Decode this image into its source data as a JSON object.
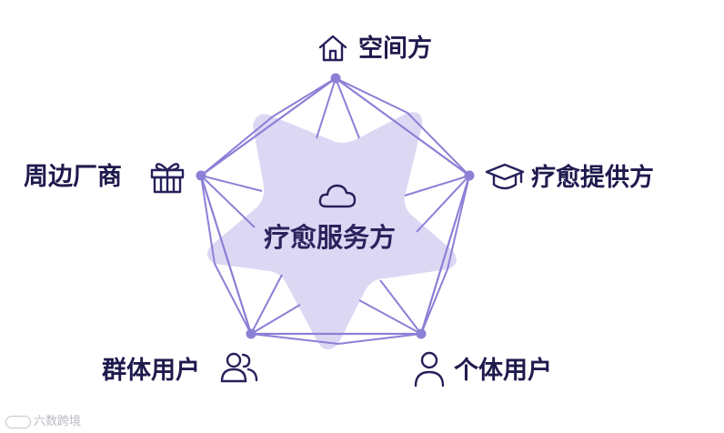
{
  "center": {
    "label": "疗愈服务方",
    "icon": "cloud-icon"
  },
  "nodes": {
    "top": {
      "label": "空间方",
      "icon": "house-icon"
    },
    "right": {
      "label": "疗愈提供方",
      "icon": "graduation-cap-icon"
    },
    "bottom_right": {
      "label": "个体用户",
      "icon": "person-icon"
    },
    "bottom_left": {
      "label": "群体用户",
      "icon": "people-icon"
    },
    "left": {
      "label": "周边厂商",
      "icon": "gift-icon"
    }
  },
  "watermark": {
    "text": "六数跨境"
  },
  "colors": {
    "line": "#8b80d6",
    "node": "#8b80d6",
    "star_fill": "#dcd8f4",
    "text": "#1f1a4d",
    "icon_stroke": "#26215a"
  }
}
